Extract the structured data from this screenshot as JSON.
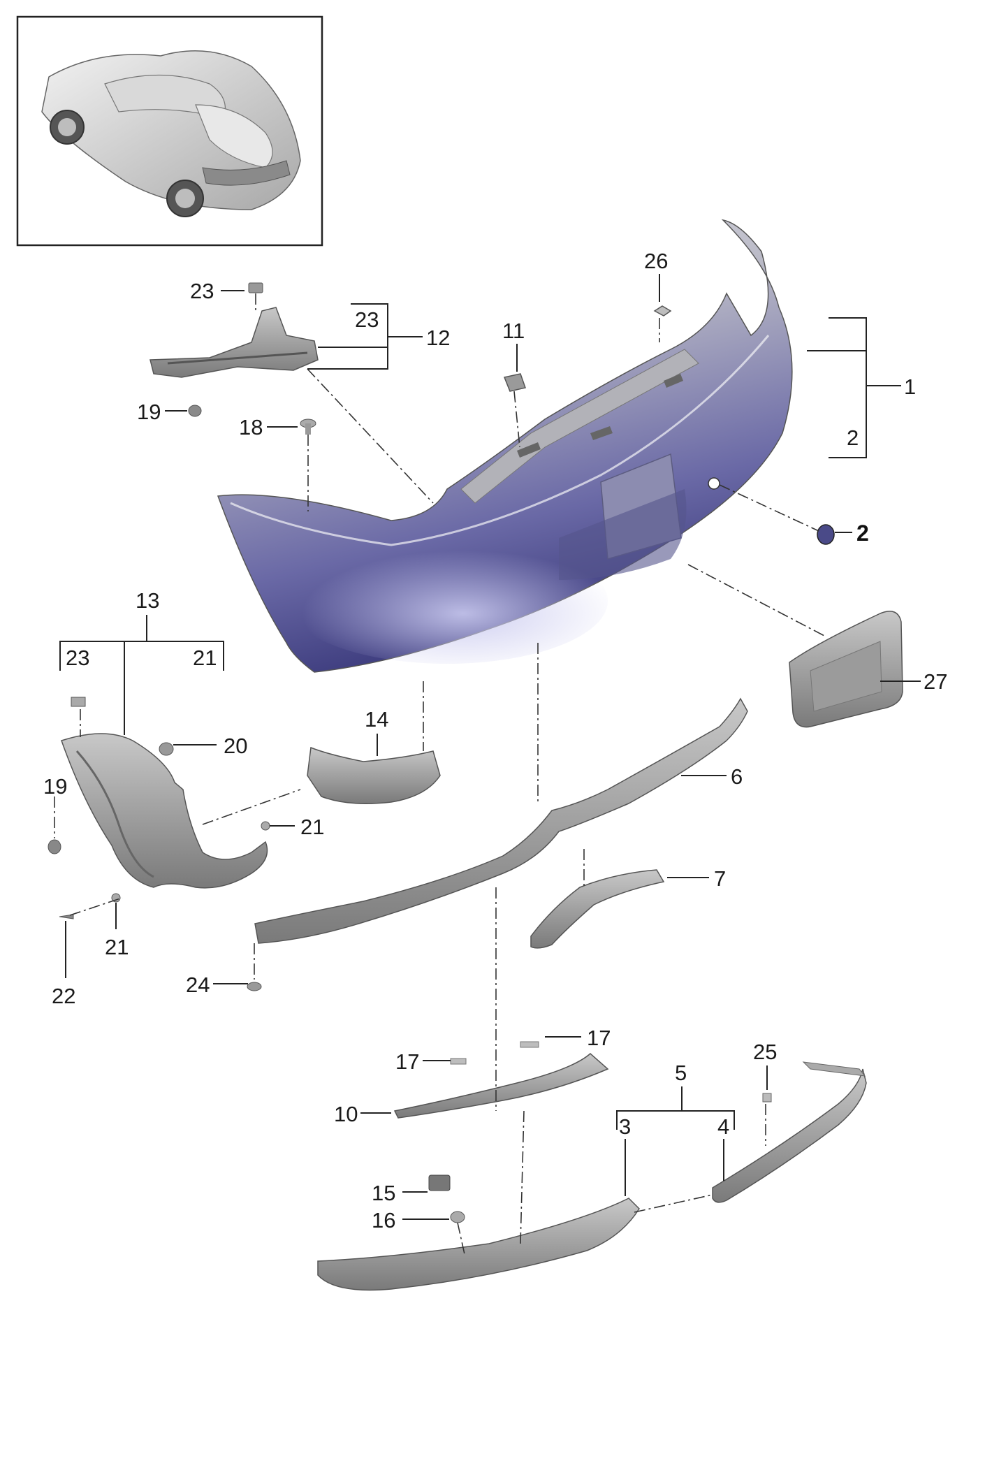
{
  "diagram": {
    "callouts": {
      "c1": "1",
      "c2_bracket": "2",
      "c2_cap": "2",
      "c3": "3",
      "c4": "4",
      "c5": "5",
      "c6": "6",
      "c7": "7",
      "c10": "10",
      "c11": "11",
      "c12": "12",
      "c12_sub_23": "23",
      "c13": "13",
      "c13_sub_23": "23",
      "c13_sub_21": "21",
      "c14": "14",
      "c15": "15",
      "c16": "16",
      "c17_left": "17",
      "c17_right": "17",
      "c18": "18",
      "c19_top": "19",
      "c19_left": "19",
      "c20": "20",
      "c21_right": "21",
      "c21_low": "21",
      "c22": "22",
      "c23_top": "23",
      "c23_left": "23",
      "c24": "24",
      "c25": "25",
      "c26": "26",
      "c27": "27"
    },
    "colors": {
      "bumper_light": "#d4d4dc",
      "bumper_dark": "#3b3a7c",
      "part_gray": "#9a9a9a",
      "line": "#222222"
    }
  }
}
